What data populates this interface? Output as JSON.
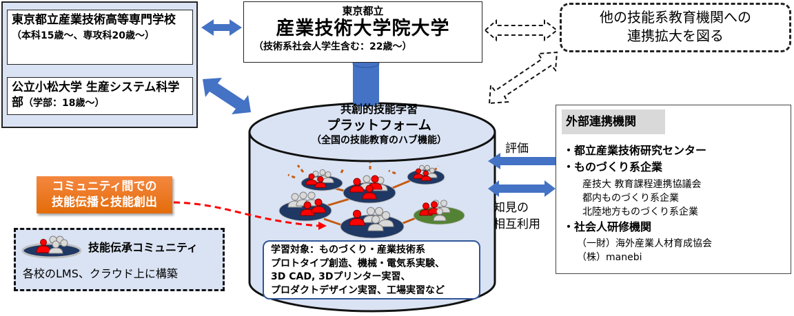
{
  "schools": [
    {
      "name": "東京都立産業技術高等専門学校",
      "detail": "（本科15歳〜、専攻科20歳〜）"
    },
    {
      "name": "公立小松大学 生産システム科学部",
      "detail": "（学部：18歳〜）"
    }
  ],
  "university": {
    "prefix": "東京都立",
    "name": "産業技術大学院大学",
    "sub": "（技術系社会人学生含む：22歳〜）"
  },
  "other_institutions": {
    "line1": "他の技能系教育機関への",
    "line2": "連携拡大を図る"
  },
  "platform": {
    "line1": "共創的技能学習",
    "line2": "プラットフォーム",
    "line3": "（全国の技能教育のハブ機能）"
  },
  "learning_targets": [
    "学習対象：ものづくり・産業技術系",
    "プロトタイプ創造、機械・電気系実験、",
    "3D CAD, 3Dプリンター実習、",
    "プロダクトデザイン実習、工場実習など"
  ],
  "external_partners": {
    "title": "外部連携機関",
    "items": [
      {
        "label": "・都立産業技術研究センター",
        "subs": []
      },
      {
        "label": "・ものづくり系企業",
        "subs": [
          "産技大 教育課程連携協議会",
          "都内ものづくり系企業",
          "北陸地方ものづくり系企業"
        ]
      },
      {
        "label": "・社会人研修機関",
        "subs": [
          "（一財）海外産業人材育成協会",
          "（株）manebi"
        ]
      }
    ]
  },
  "arrows": {
    "evaluation": "評価",
    "mutual_line1": "知見の",
    "mutual_line2": "相互利用"
  },
  "callout": {
    "line1": "コミュニティ間での",
    "line2": "技能伝播と技能創出"
  },
  "community": {
    "title": "技能伝承コミュニティ",
    "desc": "各校のLMS、クラウド上に構築"
  },
  "colors": {
    "arrow_blue": "#4472c4",
    "panel_blue": "#dae3f3",
    "callout_orange": "#e46c0a",
    "community_navy": "#1f3864",
    "community_green": "#548235",
    "person_red": "#ff0000",
    "link_orange": "#c55a11"
  }
}
